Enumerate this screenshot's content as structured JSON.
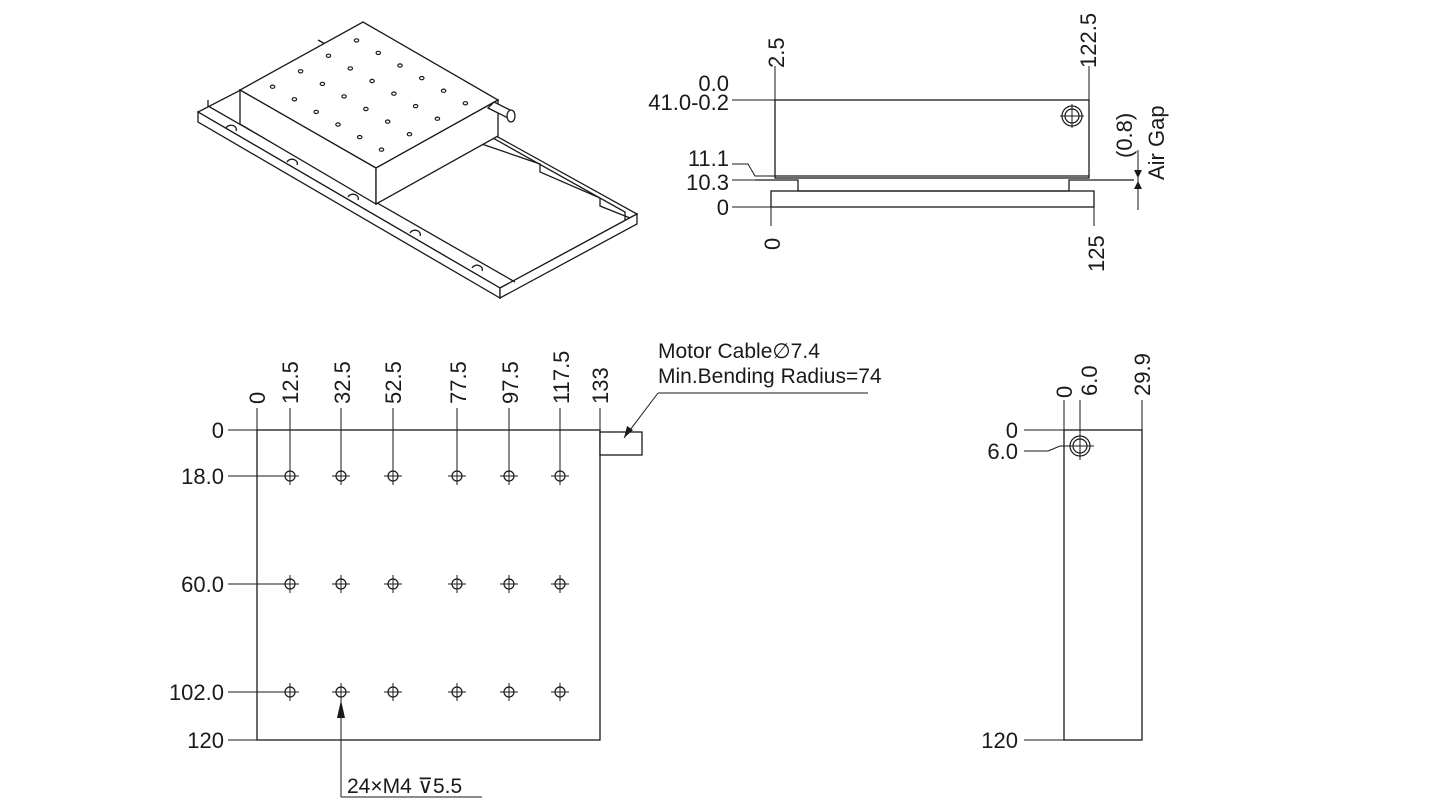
{
  "colors": {
    "ink": "#1a1a1a",
    "paper": "#ffffff"
  },
  "side_view": {
    "top_labels": [
      "2.5",
      "122.5"
    ],
    "left_labels": [
      "0.0",
      "41.0-0.2",
      "11.1",
      "10.3",
      "0"
    ],
    "bottom_labels": [
      "0",
      "125"
    ],
    "air_gap_value": "(0.8)",
    "air_gap_label": "Air Gap"
  },
  "top_view": {
    "x_labels": [
      "0",
      "12.5",
      "32.5",
      "52.5",
      "77.5",
      "97.5",
      "117.5",
      "133"
    ],
    "y_labels": [
      "0",
      "18.0",
      "60.0",
      "102.0",
      "120"
    ],
    "cable_line1": "Motor Cable∅7.4",
    "cable_line2": "Min.Bending Radius=74",
    "hole_note": "24×M4 ⊽5.5"
  },
  "end_view": {
    "x_labels": [
      "0",
      "6.0",
      "29.9"
    ],
    "y_labels": [
      "0",
      "6.0",
      "120"
    ]
  }
}
